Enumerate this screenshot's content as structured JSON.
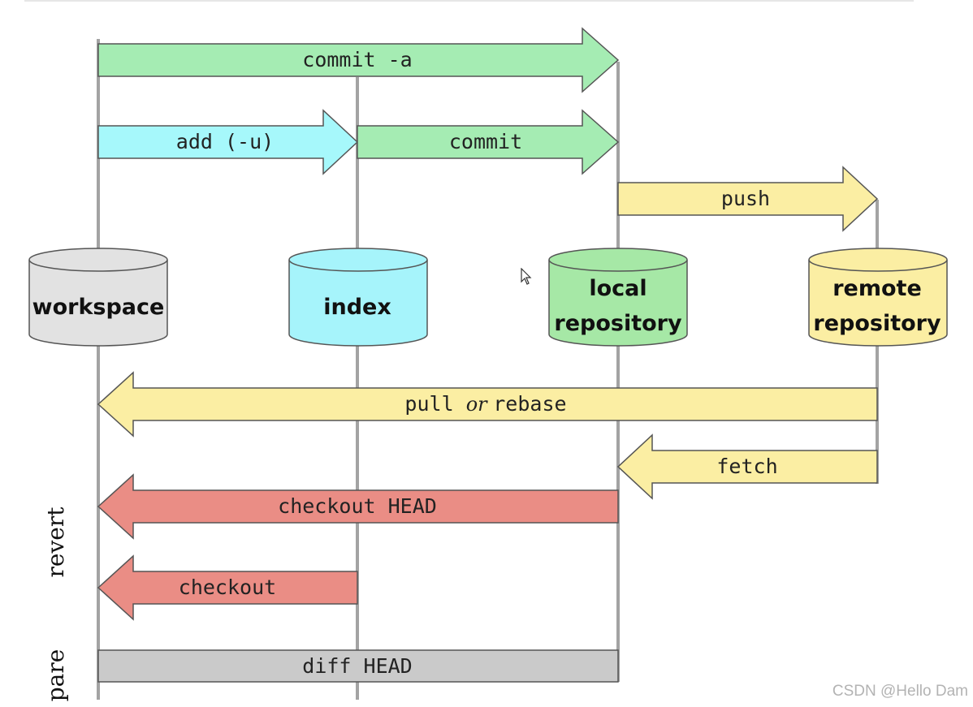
{
  "nodes": {
    "workspace": {
      "label": "workspace",
      "color": "#e2e2e2"
    },
    "index": {
      "label": "index",
      "color": "#a6f4fb"
    },
    "local": {
      "label_line1": "local",
      "label_line2": "repository",
      "color": "#a6e8a6"
    },
    "remote": {
      "label_line1": "remote",
      "label_line2": "repository",
      "color": "#fbeea3"
    }
  },
  "arrows": {
    "commit_a": {
      "label": "commit -a",
      "from": "workspace",
      "to": "local repository",
      "color": "#a5ecb3"
    },
    "add_u": {
      "label": "add (-u)",
      "from": "workspace",
      "to": "index",
      "color": "#a6f8fb"
    },
    "commit": {
      "label": "commit",
      "from": "index",
      "to": "local repository",
      "color": "#a5ecb3"
    },
    "push": {
      "label": "push",
      "from": "local repository",
      "to": "remote repository",
      "color": "#fbeea3"
    },
    "pull_rebase": {
      "label_a": "pull",
      "label_or": "or",
      "label_b": "rebase",
      "from": "remote repository",
      "to": "workspace",
      "color": "#fbeea3"
    },
    "fetch": {
      "label": "fetch",
      "from": "remote repository",
      "to": "local repository",
      "color": "#fbeea3"
    },
    "checkout_head": {
      "label": "checkout HEAD",
      "from": "local repository",
      "to": "workspace",
      "color": "#ea8d85"
    },
    "checkout": {
      "label": "checkout",
      "from": "index",
      "to": "workspace",
      "color": "#ea8d85"
    },
    "diff_head": {
      "label": "diff HEAD",
      "from": "workspace",
      "to": "local repository",
      "color": "#cacaca"
    }
  },
  "side_labels": {
    "revert": "revert",
    "compare": "pare"
  },
  "watermark": "CSDN @Hello Dam"
}
